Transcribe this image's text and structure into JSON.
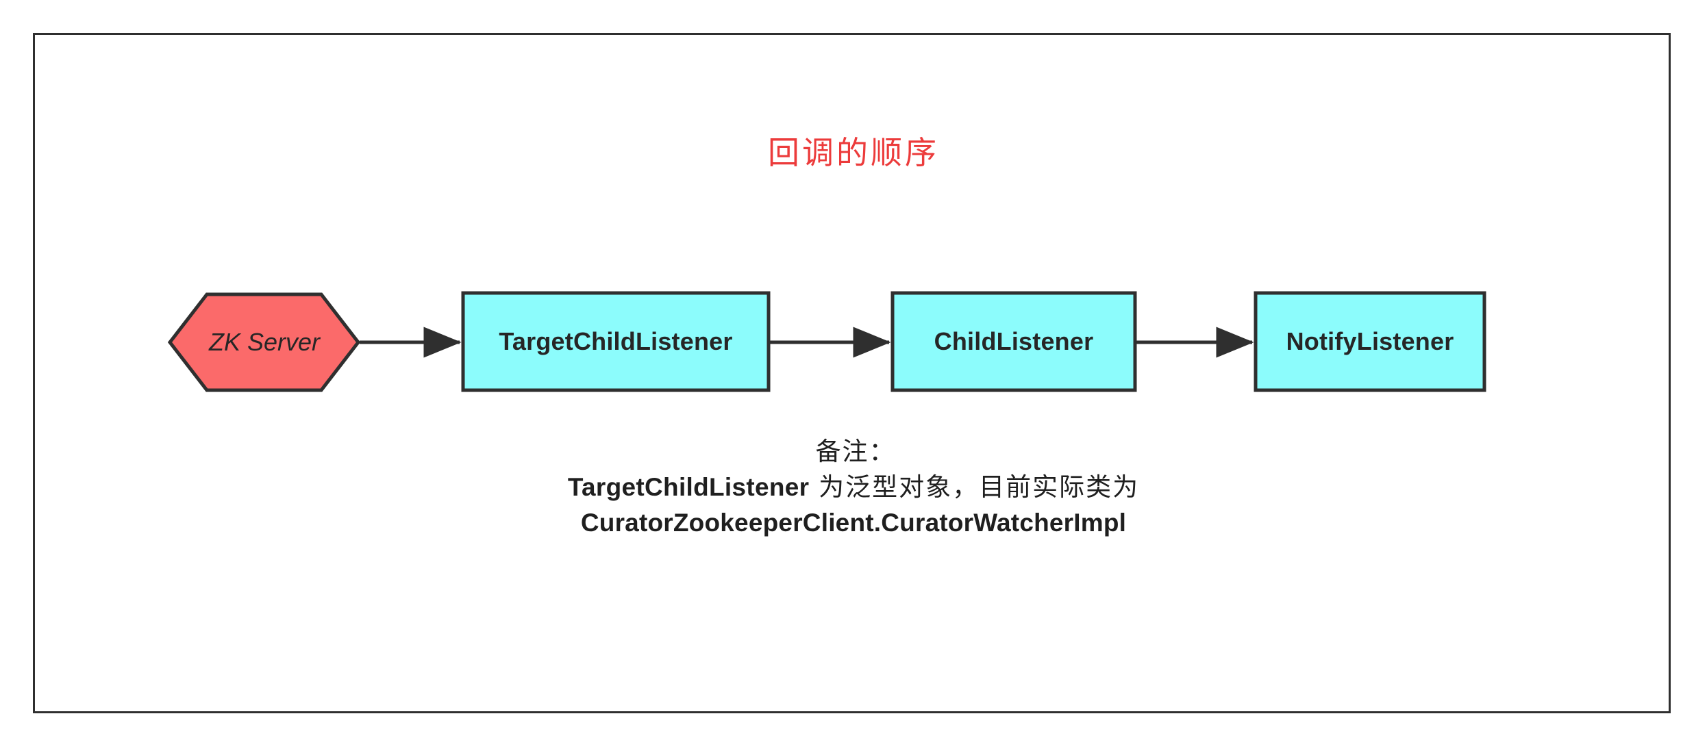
{
  "title": "回调的顺序",
  "colors": {
    "title_red": "#ec3b3b",
    "hexagon_fill": "#fb6a6a",
    "box_fill": "#8cfcfc",
    "stroke": "#2f2f2f",
    "text": "#262626",
    "frame": "#2f2f2f",
    "background": "#ffffff"
  },
  "nodes": [
    {
      "id": "zk-server",
      "label": "ZK Server",
      "shape": "hexagon"
    },
    {
      "id": "target-child-listener",
      "label": "TargetChildListener",
      "shape": "rect"
    },
    {
      "id": "child-listener",
      "label": "ChildListener",
      "shape": "rect"
    },
    {
      "id": "notify-listener",
      "label": "NotifyListener",
      "shape": "rect"
    }
  ],
  "edges": [
    {
      "from": "zk-server",
      "to": "target-child-listener"
    },
    {
      "from": "target-child-listener",
      "to": "child-listener"
    },
    {
      "from": "child-listener",
      "to": "notify-listener"
    }
  ],
  "note": {
    "line1": "备注：",
    "line2_latin": "TargetChildListener",
    "line2_han": " 为泛型对象，目前实际类为",
    "line3": "CuratorZookeeperClient.CuratorWatcherImpl"
  }
}
